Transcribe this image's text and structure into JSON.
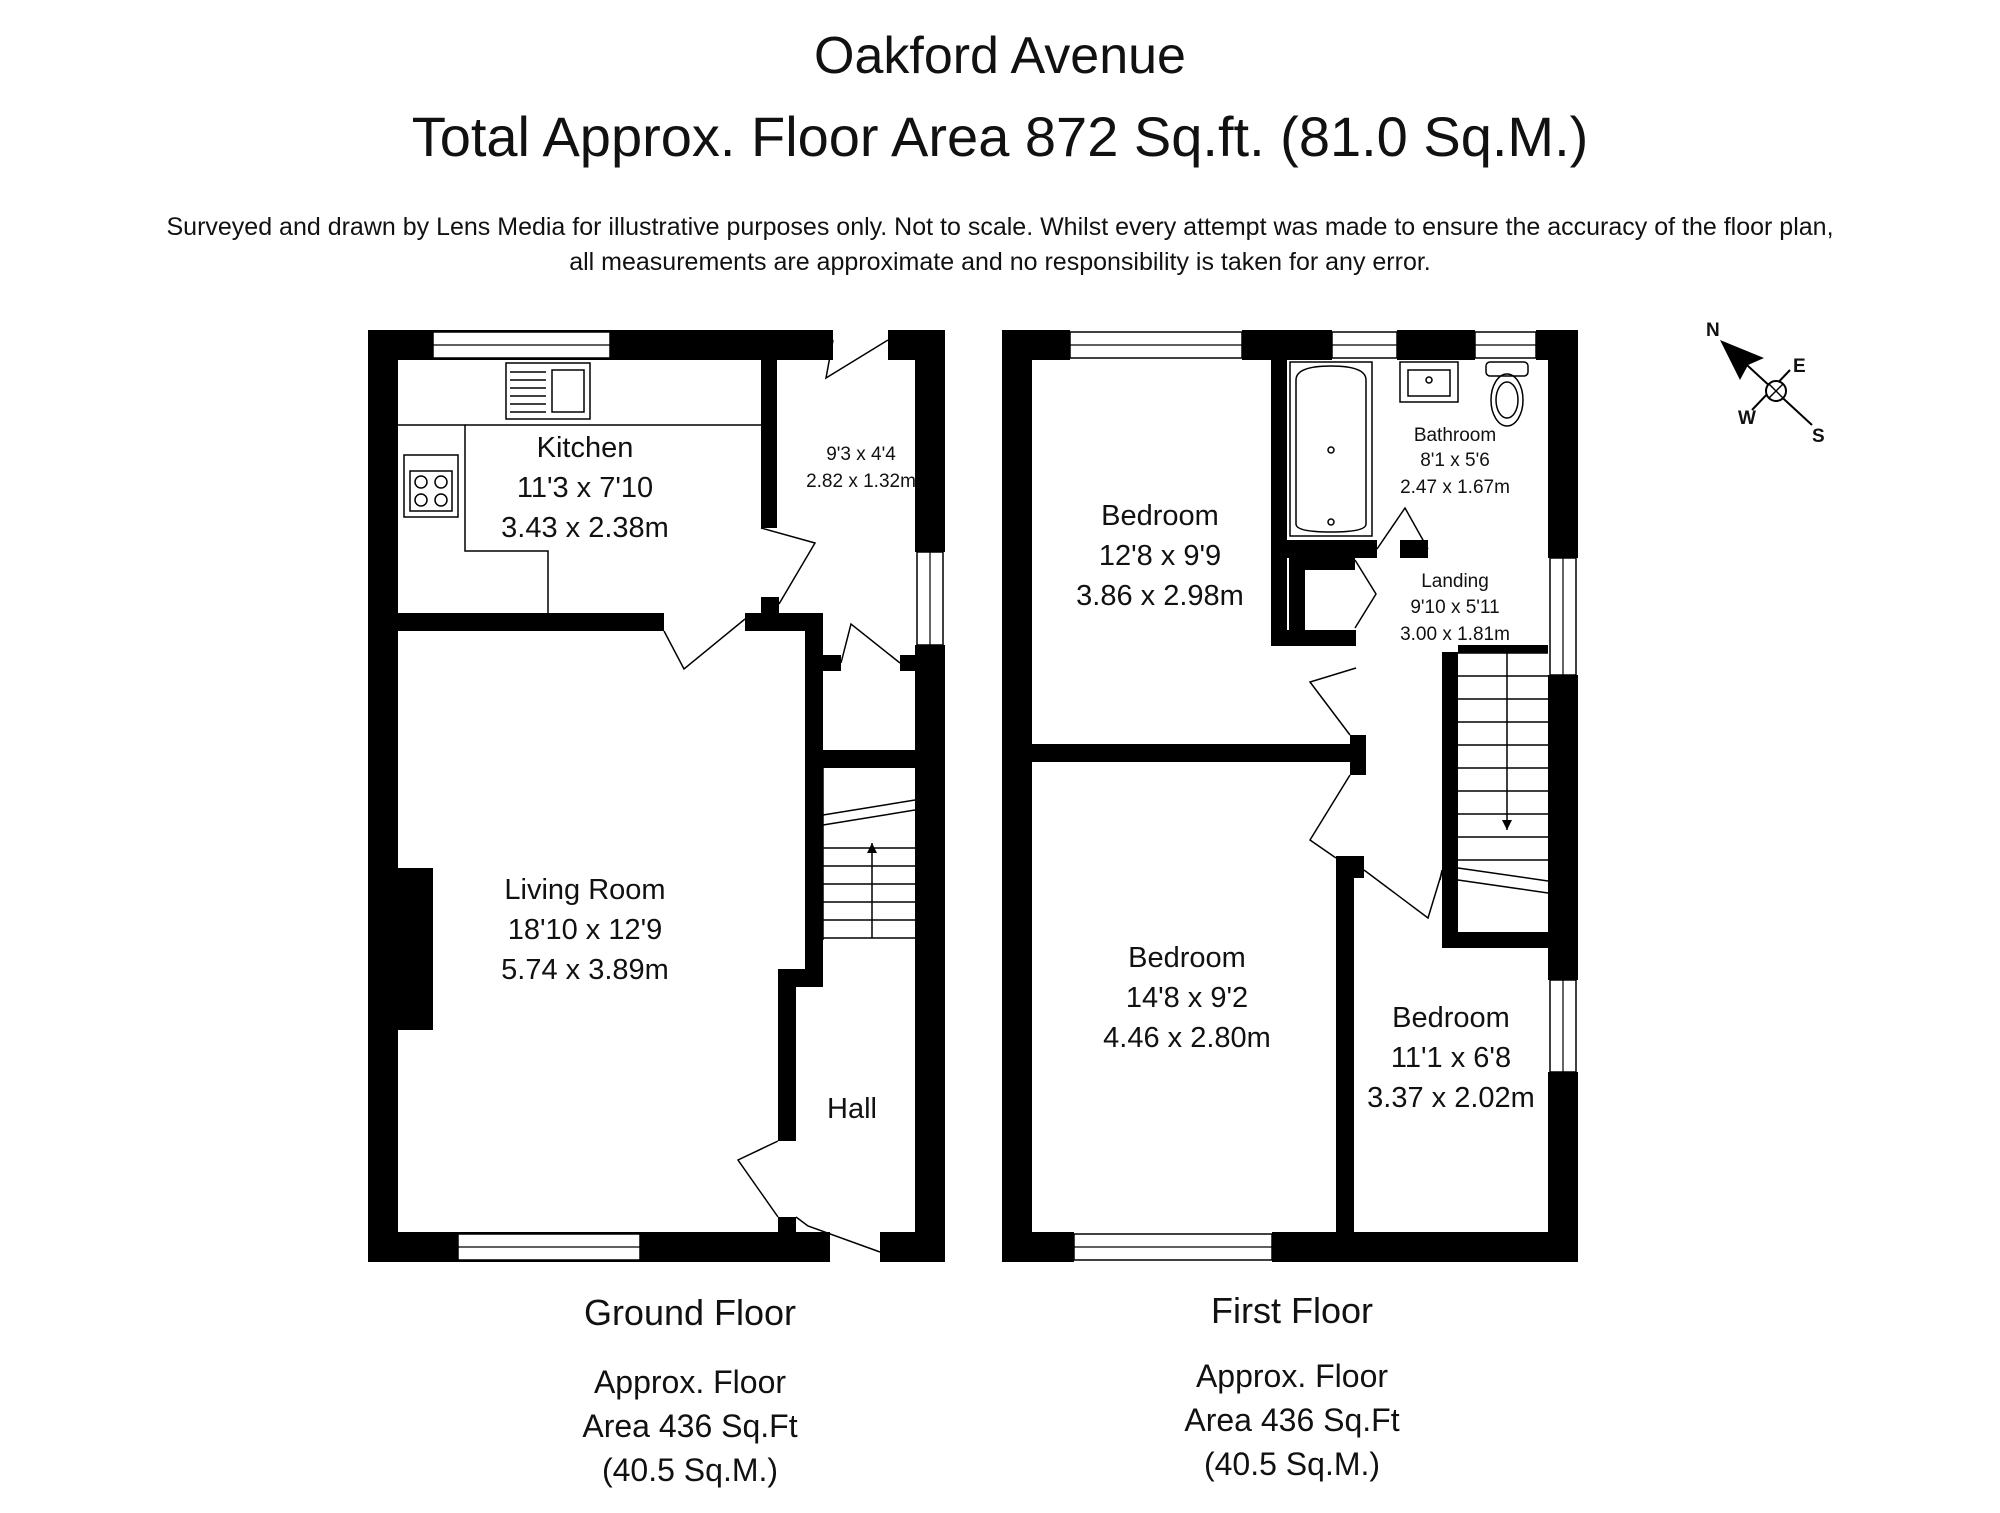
{
  "header": {
    "title": "Oakford Avenue",
    "total_area": "Total Approx. Floor Area 872 Sq.ft. (81.0 Sq.M.)",
    "disclaimer_line1": "Surveyed and drawn by Lens Media for illustrative purposes only. Not to scale. Whilst every attempt was made to ensure the accuracy of the floor plan,",
    "disclaimer_line2": "all measurements are approximate and no responsibility is taken for any error."
  },
  "ground_floor": {
    "label": "Ground Floor",
    "area_line1": "Approx. Floor",
    "area_line2": "Area 436 Sq.Ft",
    "area_line3": "(40.5 Sq.M.)",
    "rooms": {
      "kitchen": {
        "name": "Kitchen",
        "imperial": "11'3 x 7'10",
        "metric": "3.43 x 2.38m"
      },
      "porch": {
        "imperial": "9'3 x 4'4",
        "metric": "2.82 x 1.32m"
      },
      "living": {
        "name": "Living Room",
        "imperial": "18'10 x 12'9",
        "metric": "5.74 x 3.89m"
      },
      "hall": {
        "name": "Hall"
      }
    }
  },
  "first_floor": {
    "label": "First Floor",
    "area_line1": "Approx. Floor",
    "area_line2": "Area 436 Sq.Ft",
    "area_line3": "(40.5 Sq.M.)",
    "rooms": {
      "bedroom1": {
        "name": "Bedroom",
        "imperial": "12'8 x 9'9",
        "metric": "3.86 x 2.98m"
      },
      "bathroom": {
        "name": "Bathroom",
        "imperial": "8'1 x 5'6",
        "metric": "2.47 x 1.67m"
      },
      "landing": {
        "name": "Landing",
        "imperial": "9'10 x 5'11",
        "metric": "3.00 x 1.81m"
      },
      "bedroom2": {
        "name": "Bedroom",
        "imperial": "14'8 x 9'2",
        "metric": "4.46 x 2.80m"
      },
      "bedroom3": {
        "name": "Bedroom",
        "imperial": "11'1 x 6'8",
        "metric": "3.37 x 2.02m"
      }
    }
  },
  "compass": {
    "n": "N",
    "e": "E",
    "w": "W",
    "s": "S"
  }
}
